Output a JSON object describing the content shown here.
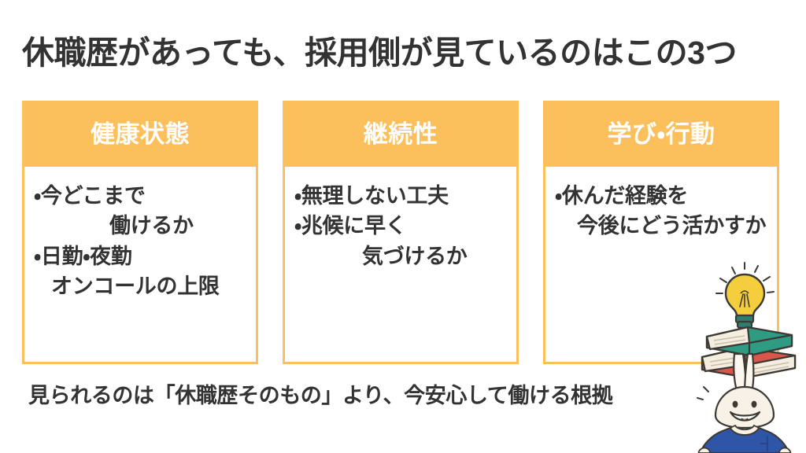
{
  "slide": {
    "title": "休職歴があっても、採用側が見ているのはこの3つ",
    "footer": "見られるのは「休職歴そのもの」より、今安心して働ける根拠"
  },
  "theme": {
    "accent_orange": "#FBBF5C",
    "text_dark": "#333333",
    "background": "#FFFFFF",
    "header_text": "#FFFFFF",
    "illustration_blue": "#2F56A6",
    "illustration_green": "#2E9B82",
    "illustration_red": "#D9564A",
    "illustration_yellow": "#F5CE3E",
    "illustration_cream": "#F4EDE0",
    "illustration_outline": "#3D3A35"
  },
  "cards": [
    {
      "header": "健康状態",
      "lines": [
        {
          "text": "・今どこまで",
          "indent": "indent-1"
        },
        {
          "text": "働けるか",
          "indent": "indent-2"
        },
        {
          "text": "・日勤・夜勤",
          "indent": "indent-1"
        },
        {
          "text": "オンコールの上限",
          "indent": "indent-5"
        }
      ]
    },
    {
      "header": "継続性",
      "lines": [
        {
          "text": "・無理しない工夫",
          "indent": "indent-1"
        },
        {
          "text": "・兆候に早く",
          "indent": "indent-1"
        },
        {
          "text": "気づけるか",
          "indent": "indent-4"
        }
      ]
    },
    {
      "header": "学び・行動",
      "lines": [
        {
          "text": "・休んだ経験を",
          "indent": "indent-1"
        },
        {
          "text": "今後にどう活かすか",
          "indent": "indent-3"
        }
      ]
    }
  ],
  "illustration": {
    "name": "rabbit-with-books-and-lightbulb",
    "parts": [
      "lightbulb-icon",
      "book-stack-icon",
      "rabbit-character"
    ]
  }
}
